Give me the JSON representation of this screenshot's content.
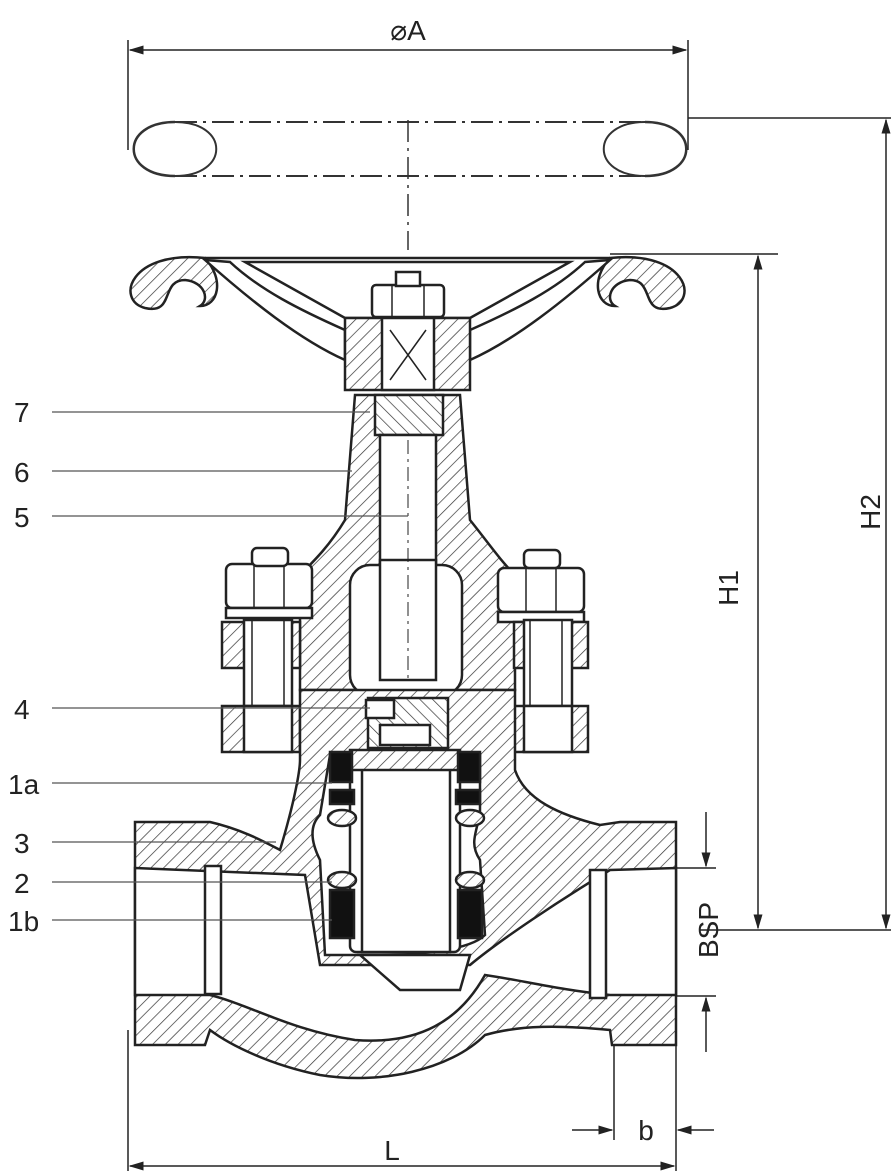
{
  "dimensions": {
    "diameter_a": "⌀A",
    "h1": "H1",
    "h2": "H2",
    "bsp": "BSP",
    "l": "L",
    "b": "b"
  },
  "parts": [
    {
      "label": "7"
    },
    {
      "label": "6"
    },
    {
      "label": "5"
    },
    {
      "label": "4"
    },
    {
      "label": "1a"
    },
    {
      "label": "3"
    },
    {
      "label": "2"
    },
    {
      "label": "1b"
    }
  ],
  "colors": {
    "line": "#222222",
    "hatch": "#444444",
    "fill": "#ffffff"
  }
}
